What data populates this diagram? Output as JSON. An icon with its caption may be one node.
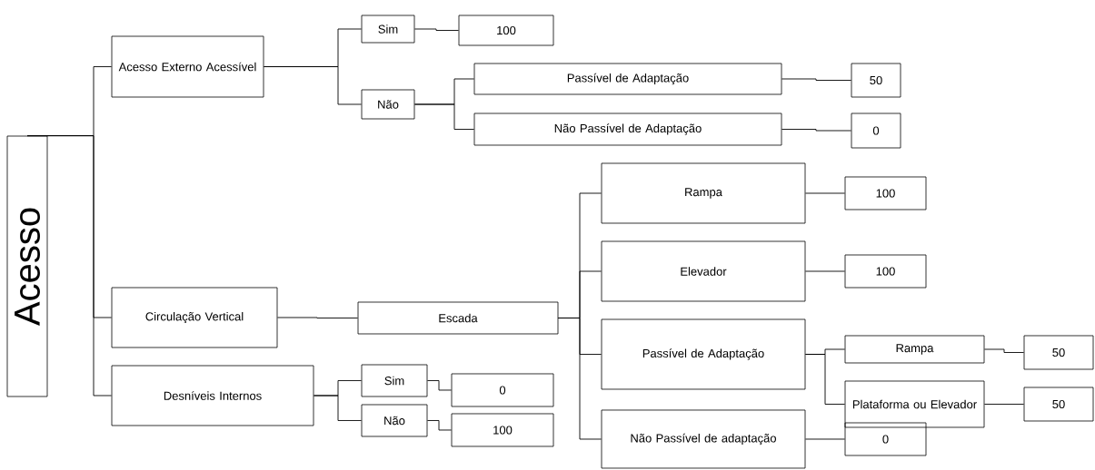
{
  "diagram": {
    "nodes": [
      {
        "text": [
          "Acesso"
        ]
      },
      {
        "text": [
          "Acesso Externo Acessível"
        ]
      },
      {
        "text": [
          "Sim"
        ]
      },
      {
        "text": [
          "100"
        ]
      },
      {
        "text": [
          "Não"
        ]
      },
      {
        "text": [
          "Passível de Adaptação"
        ]
      },
      {
        "text": [
          "50"
        ]
      },
      {
        "text": [
          "Não Passível de Adaptação"
        ]
      },
      {
        "text": [
          "0"
        ]
      },
      {
        "text": [
          "Circulação Vertical"
        ]
      },
      {
        "text": [
          "Escada"
        ]
      },
      {
        "text": [
          "Rampa"
        ]
      },
      {
        "text": [
          "100"
        ]
      },
      {
        "text": [
          "Elevador"
        ]
      },
      {
        "text": [
          "100"
        ]
      },
      {
        "text": [
          "Passível de Adaptação"
        ]
      },
      {
        "text": [
          "Rampa"
        ]
      },
      {
        "text": [
          "50"
        ]
      },
      {
        "text": [
          "Plataforma ou Elevador"
        ]
      },
      {
        "text": [
          "50"
        ]
      },
      {
        "text": [
          "Não Passível de adaptação"
        ]
      },
      {
        "text": [
          "0"
        ]
      },
      {
        "text": [
          "Desníveis Internos"
        ]
      },
      {
        "text": [
          "Sim"
        ]
      },
      {
        "text": [
          "0"
        ]
      },
      {
        "text": [
          "Não"
        ]
      },
      {
        "text": [
          "100"
        ]
      }
    ],
    "edges": [
      {
        "from": 0,
        "to": 1,
        "arrow": "none"
      },
      {
        "from": 0,
        "to": 9,
        "arrow": "none"
      },
      {
        "from": 0,
        "to": 22,
        "arrow": "none"
      },
      {
        "from": 1,
        "to": 2,
        "arrow": "none"
      },
      {
        "from": 1,
        "to": 4,
        "arrow": "none"
      },
      {
        "from": 2,
        "to": 3,
        "arrow": "none"
      },
      {
        "from": 4,
        "to": 5,
        "arrow": "none"
      },
      {
        "from": 4,
        "to": 7,
        "arrow": "none"
      },
      {
        "from": 5,
        "to": 6,
        "arrow": "none"
      },
      {
        "from": 7,
        "to": 8,
        "arrow": "none"
      },
      {
        "from": 9,
        "to": 10,
        "arrow": "none"
      },
      {
        "from": 10,
        "to": 11,
        "arrow": "none"
      },
      {
        "from": 10,
        "to": 13,
        "arrow": "none"
      },
      {
        "from": 10,
        "to": 15,
        "arrow": "none"
      },
      {
        "from": 10,
        "to": 20,
        "arrow": "none"
      },
      {
        "from": 11,
        "to": 12,
        "arrow": "none"
      },
      {
        "from": 13,
        "to": 14,
        "arrow": "none"
      },
      {
        "from": 15,
        "to": 16,
        "arrow": "none"
      },
      {
        "from": 15,
        "to": 18,
        "arrow": "none"
      },
      {
        "from": 16,
        "to": 17,
        "arrow": "none"
      },
      {
        "from": 18,
        "to": 19,
        "arrow": "none"
      },
      {
        "from": 20,
        "to": 21,
        "arrow": "none"
      },
      {
        "from": 22,
        "to": 23,
        "arrow": "none"
      },
      {
        "from": 22,
        "to": 25,
        "arrow": "none"
      },
      {
        "from": 23,
        "to": 24,
        "arrow": "none"
      },
      {
        "from": 25,
        "to": 26,
        "arrow": "none"
      }
    ]
  }
}
